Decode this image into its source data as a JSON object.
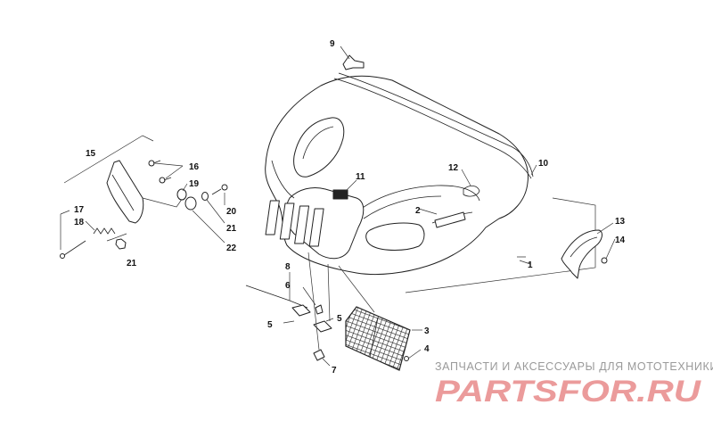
{
  "callouts": [
    {
      "id": "c1",
      "text": "1"
    },
    {
      "id": "c2",
      "text": "2"
    },
    {
      "id": "c3",
      "text": "3"
    },
    {
      "id": "c4",
      "text": "4"
    },
    {
      "id": "c5a",
      "text": "5"
    },
    {
      "id": "c5b",
      "text": "5"
    },
    {
      "id": "c6",
      "text": "6"
    },
    {
      "id": "c7",
      "text": "7"
    },
    {
      "id": "c8",
      "text": "8"
    },
    {
      "id": "c9",
      "text": "9"
    },
    {
      "id": "c10",
      "text": "10"
    },
    {
      "id": "c11",
      "text": "11"
    },
    {
      "id": "c12",
      "text": "12"
    },
    {
      "id": "c13",
      "text": "13"
    },
    {
      "id": "c14",
      "text": "14"
    },
    {
      "id": "c15",
      "text": "15"
    },
    {
      "id": "c16",
      "text": "16"
    },
    {
      "id": "c17",
      "text": "17"
    },
    {
      "id": "c18",
      "text": "18"
    },
    {
      "id": "c19",
      "text": "19"
    },
    {
      "id": "c20",
      "text": "20"
    },
    {
      "id": "c21a",
      "text": "21"
    },
    {
      "id": "c21b",
      "text": "21"
    },
    {
      "id": "c22",
      "text": "22"
    }
  ],
  "watermark": {
    "tagline": "ЗАПЧАСТИ И АКСЕССУАРЫ ДЛЯ МОТОТЕХНИКИ",
    "logo": "PARTSFOR.RU"
  },
  "colors": {
    "line": "#222222",
    "watermark_gray": "#9a9a9a",
    "watermark_red": "#e88a8a"
  }
}
